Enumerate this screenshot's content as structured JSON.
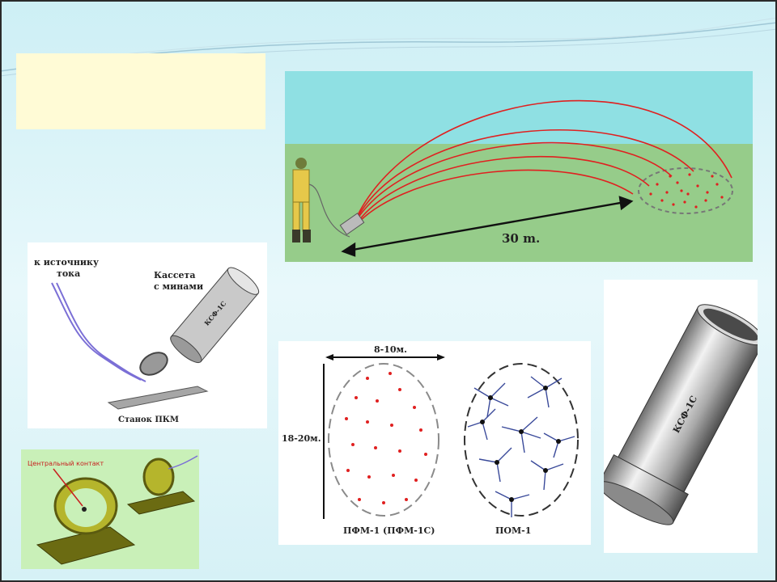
{
  "slide": {
    "title_text": ""
  },
  "launch_scene": {
    "distance_label": "30 m."
  },
  "launcher": {
    "to_source_label_1": "к источнику",
    "to_source_label_2": "тока",
    "cassette_label_1": "Кассета",
    "cassette_label_2": "с минами",
    "cassette_code": "КСФ-1С",
    "stand_label": "Станок ПКМ"
  },
  "contact_detail": {
    "central_contact_label": "Центральный контакт"
  },
  "pattern": {
    "width_label": "8-10м.",
    "height_label": "18-20м.",
    "left_caption": "ПФМ-1 (ПФМ-1С)",
    "right_caption": "ПОМ-1"
  },
  "cassette_big": {
    "code": "КСФ-1С"
  },
  "colors": {
    "sky": "#8fe0e3",
    "ground": "#96cc8a",
    "trajectory": "#e02020",
    "wire": "#7b6fd6",
    "contact_bg": "#c9f0b8"
  }
}
